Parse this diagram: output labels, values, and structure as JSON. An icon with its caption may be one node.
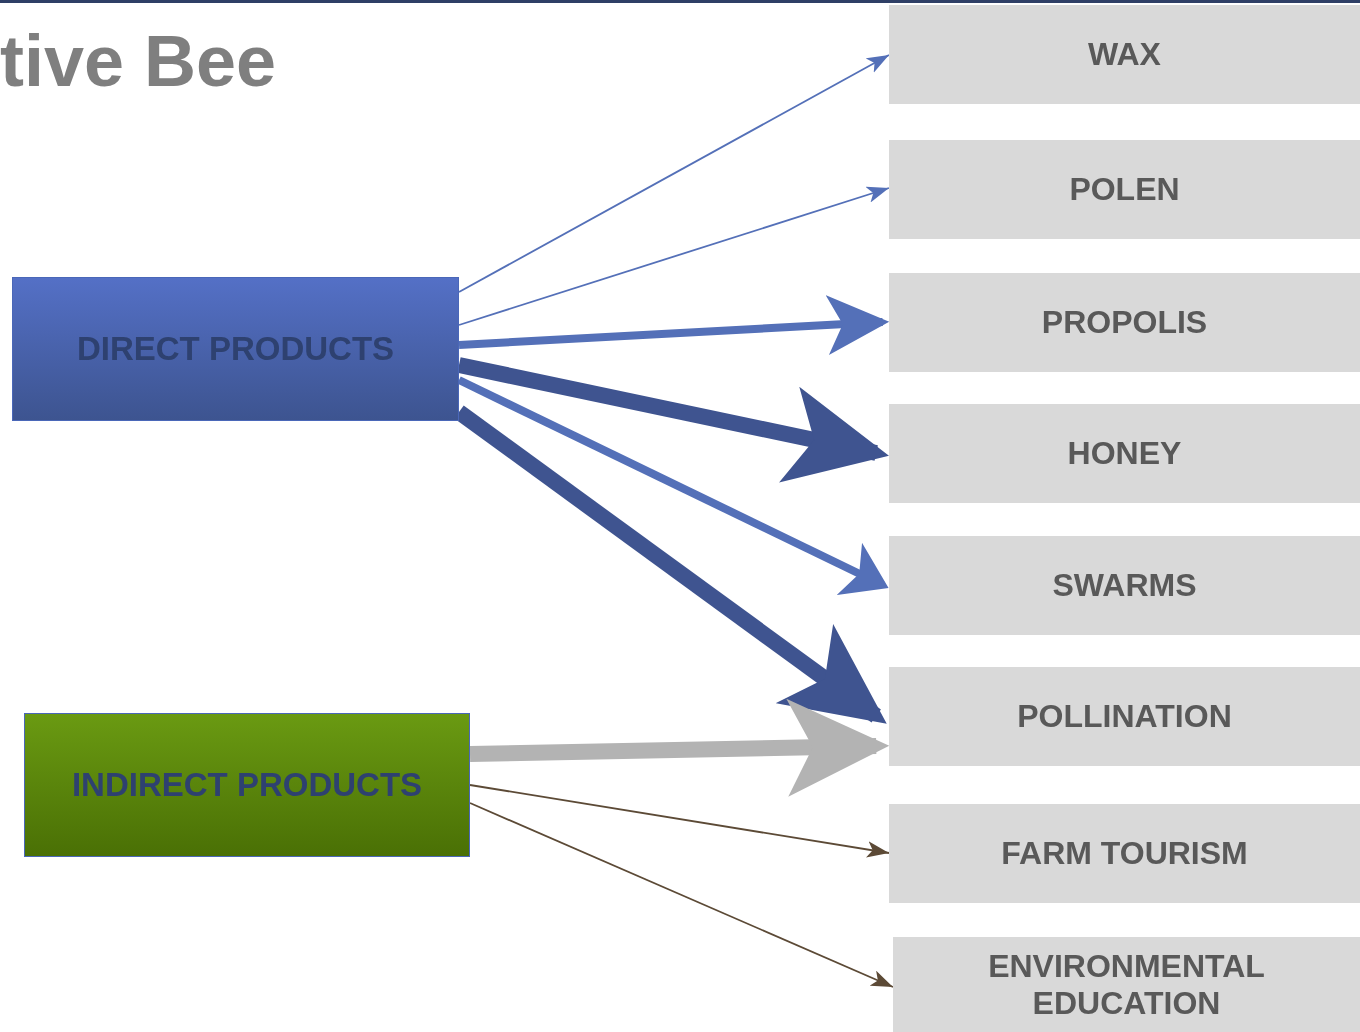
{
  "diagram": {
    "title": "tive Bee",
    "nodes": [
      {
        "text": [
          "DIRECT PRODUCTS"
        ]
      },
      {
        "text": [
          "INDIRECT PRODUCTS"
        ]
      },
      {
        "text": [
          "WAX"
        ]
      },
      {
        "text": [
          "POLEN"
        ]
      },
      {
        "text": [
          "PROPOLIS"
        ]
      },
      {
        "text": [
          "HONEY"
        ]
      },
      {
        "text": [
          "SWARMS"
        ]
      },
      {
        "text": [
          "POLLINATION"
        ]
      },
      {
        "text": [
          "FARM TOURISM"
        ]
      },
      {
        "text": [
          "ENVIRONMENTAL EDUCATION"
        ]
      }
    ],
    "edges": [
      {
        "from": 0,
        "to": 2,
        "arrow": "to"
      },
      {
        "from": 0,
        "to": 3,
        "arrow": "to"
      },
      {
        "from": 0,
        "to": 4,
        "arrow": "to"
      },
      {
        "from": 0,
        "to": 5,
        "arrow": "to",
        "style": "thick",
        "color": "#3f5490"
      },
      {
        "from": 0,
        "to": 6,
        "arrow": "to"
      },
      {
        "from": 0,
        "to": 7,
        "arrow": "to",
        "style": "thick",
        "color": "#3f5490"
      },
      {
        "from": 1,
        "to": 7,
        "arrow": "to",
        "style": "thick",
        "color": "#b3b3b3"
      },
      {
        "from": 1,
        "to": 8,
        "arrow": "to",
        "color": "#5c4a36"
      },
      {
        "from": 1,
        "to": 9,
        "arrow": "to",
        "color": "#5c4a36"
      }
    ]
  }
}
